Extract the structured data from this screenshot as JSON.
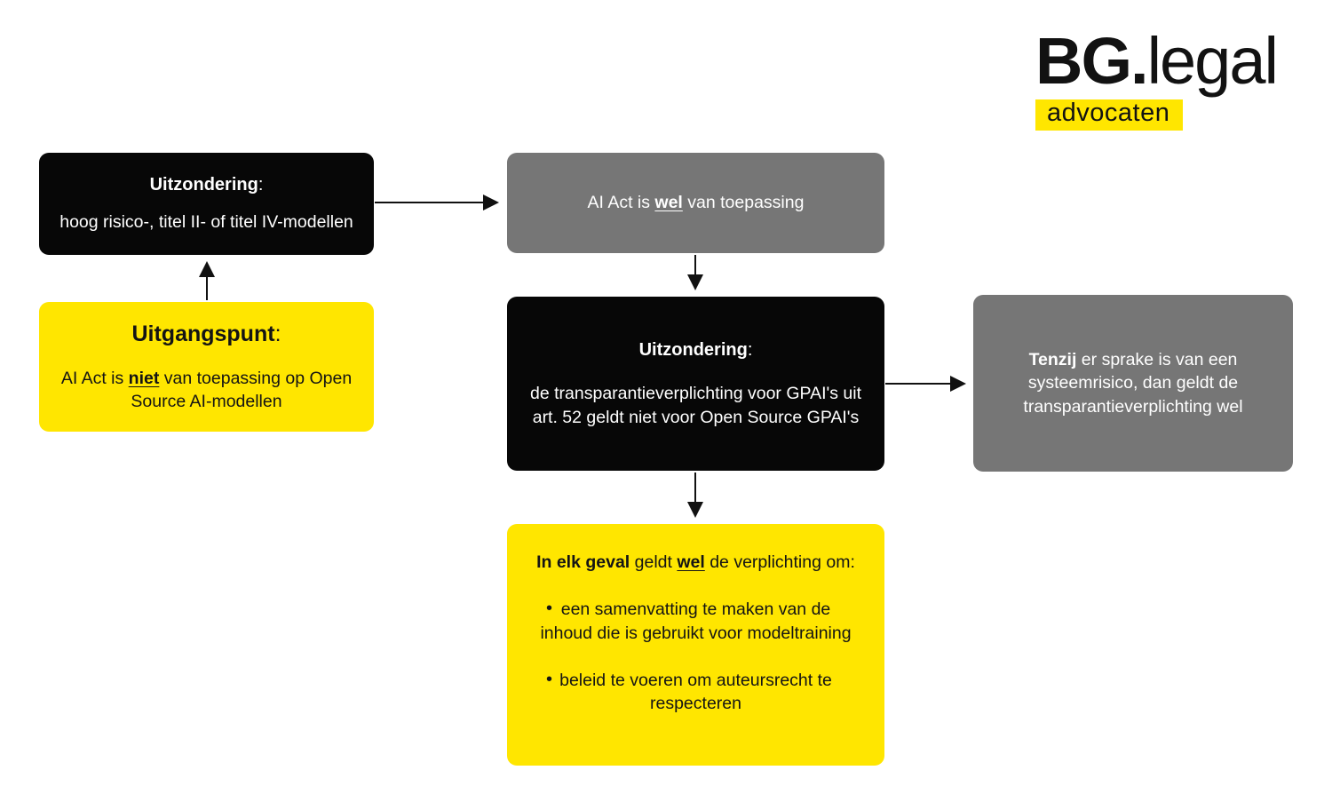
{
  "logo": {
    "brand_bold": "BG.",
    "brand_light": "legal",
    "tagline": "advocaten"
  },
  "colors": {
    "yellow": "#FFE600",
    "gray": "#767676",
    "black": "#070707",
    "arrow": "#111111"
  },
  "boxes": {
    "exception_left": {
      "variant": "black",
      "title": [
        {
          "t": "Uitzondering",
          "b": true
        },
        {
          "t": ":"
        }
      ],
      "body": [
        {
          "t": "hoog risico-, titel II- of titel IV-modellen"
        }
      ]
    },
    "applies": {
      "variant": "gray",
      "body": [
        {
          "t": "AI Act is "
        },
        {
          "t": "wel",
          "b": true,
          "u": true
        },
        {
          "t": " van toepassing"
        }
      ]
    },
    "starting_point": {
      "variant": "yellow",
      "title": [
        {
          "t": "Uitgangspunt",
          "b": true
        },
        {
          "t": ":"
        }
      ],
      "body": [
        {
          "t": "AI Act is "
        },
        {
          "t": "niet",
          "b": true,
          "u": true
        },
        {
          "t": " van toepassing op Open Source AI-modellen"
        }
      ]
    },
    "exception_middle": {
      "variant": "black",
      "title": [
        {
          "t": "Uitzondering",
          "b": true
        },
        {
          "t": ":"
        }
      ],
      "body": [
        {
          "t": "de transparantieverplichting voor GPAI's uit art. 52 geldt niet voor Open Source GPAI's"
        }
      ]
    },
    "unless": {
      "variant": "gray",
      "body": [
        {
          "t": "Tenzij",
          "b": true
        },
        {
          "t": " er sprake is van een systeemrisico, dan geldt de transparantieverplichting wel"
        }
      ]
    },
    "obligations": {
      "variant": "yellow",
      "intro": [
        {
          "t": "In elk geval",
          "b": true
        },
        {
          "t": " geldt "
        },
        {
          "t": "wel",
          "b": true,
          "u": true
        },
        {
          "t": " de verplichting om:"
        }
      ],
      "bullets": [
        [
          {
            "t": "een samenvatting te maken van de inhoud die is gebruikt voor modeltraining"
          }
        ],
        [
          {
            "t": "beleid te voeren om auteursrecht te respecteren"
          }
        ]
      ]
    }
  }
}
